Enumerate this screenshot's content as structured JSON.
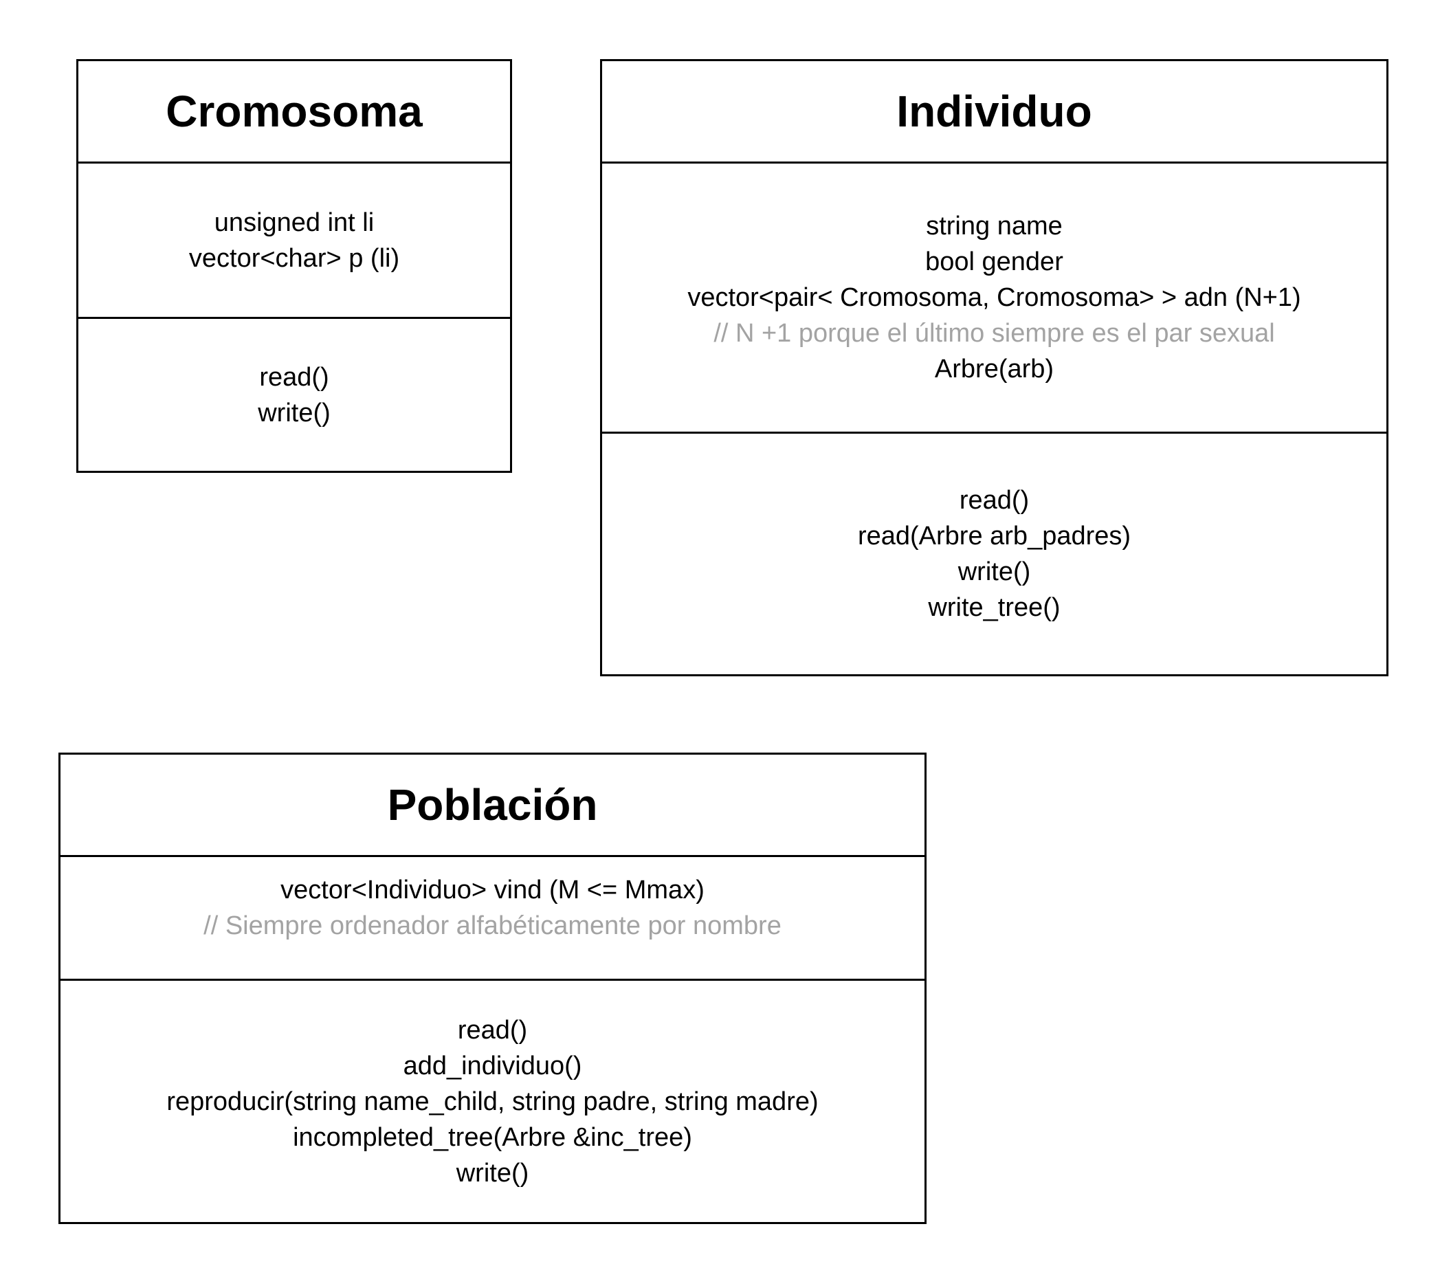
{
  "classes": {
    "cromosoma": {
      "name": "Cromosoma",
      "attributes": [
        {
          "text": "unsigned int li",
          "comment": false
        },
        {
          "text": "vector<char> p (li)",
          "comment": false
        }
      ],
      "methods": [
        {
          "text": "read()"
        },
        {
          "text": "write()"
        }
      ]
    },
    "individuo": {
      "name": "Individuo",
      "attributes": [
        {
          "text": "string name",
          "comment": false
        },
        {
          "text": "bool gender",
          "comment": false
        },
        {
          "text": "vector<pair< Cromosoma, Cromosoma> > adn (N+1)",
          "comment": false
        },
        {
          "text": "// N +1 porque el último siempre es el par sexual",
          "comment": true
        },
        {
          "text": "Arbre(arb)",
          "comment": false
        }
      ],
      "methods": [
        {
          "text": "read()"
        },
        {
          "text": "read(Arbre arb_padres)"
        },
        {
          "text": "write()"
        },
        {
          "text": "write_tree()"
        }
      ]
    },
    "poblacion": {
      "name": "Población",
      "attributes": [
        {
          "text": "vector<Individuo> vind (M <= Mmax)",
          "comment": false
        },
        {
          "text": "// Siempre ordenador alfabéticamente por nombre",
          "comment": true
        }
      ],
      "methods": [
        {
          "text": "read()"
        },
        {
          "text": "add_individuo()"
        },
        {
          "text": "reproducir(string name_child, string padre, string madre)"
        },
        {
          "text": "incompleted_tree(Arbre &inc_tree)"
        },
        {
          "text": "write()"
        }
      ]
    }
  },
  "colors": {
    "border": "#000000",
    "text": "#000000",
    "comment": "#a3a3a3",
    "background": "#ffffff"
  }
}
